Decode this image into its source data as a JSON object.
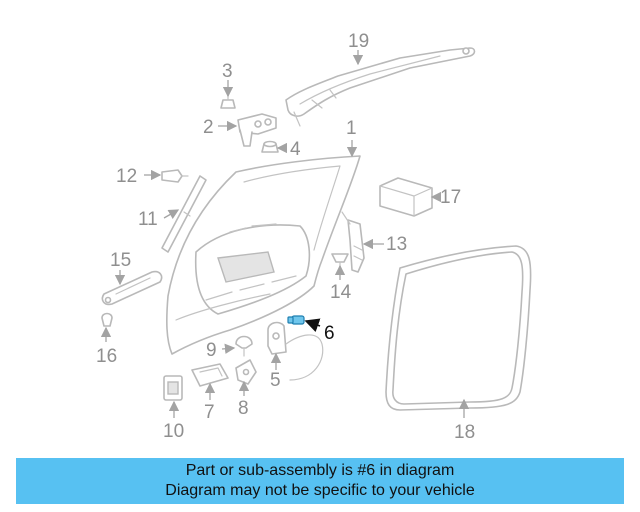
{
  "diagram": {
    "labels": {
      "p1": "1",
      "p2": "2",
      "p3": "3",
      "p4": "4",
      "p5": "5",
      "p6": "6",
      "p7": "7",
      "p8": "8",
      "p9": "9",
      "p10": "10",
      "p11": "11",
      "p12": "12",
      "p13": "13",
      "p14": "14",
      "p15": "15",
      "p16": "16",
      "p17": "17",
      "p18": "18",
      "p19": "19"
    },
    "highlighted_part": "6",
    "colors": {
      "highlight": "#6fc6ec",
      "banner": "#57c1f2",
      "line": "#b9b9b9"
    }
  },
  "footer": {
    "line1": "Part or sub-assembly is #6 in diagram",
    "line2": "Diagram may not be specific to your vehicle"
  }
}
